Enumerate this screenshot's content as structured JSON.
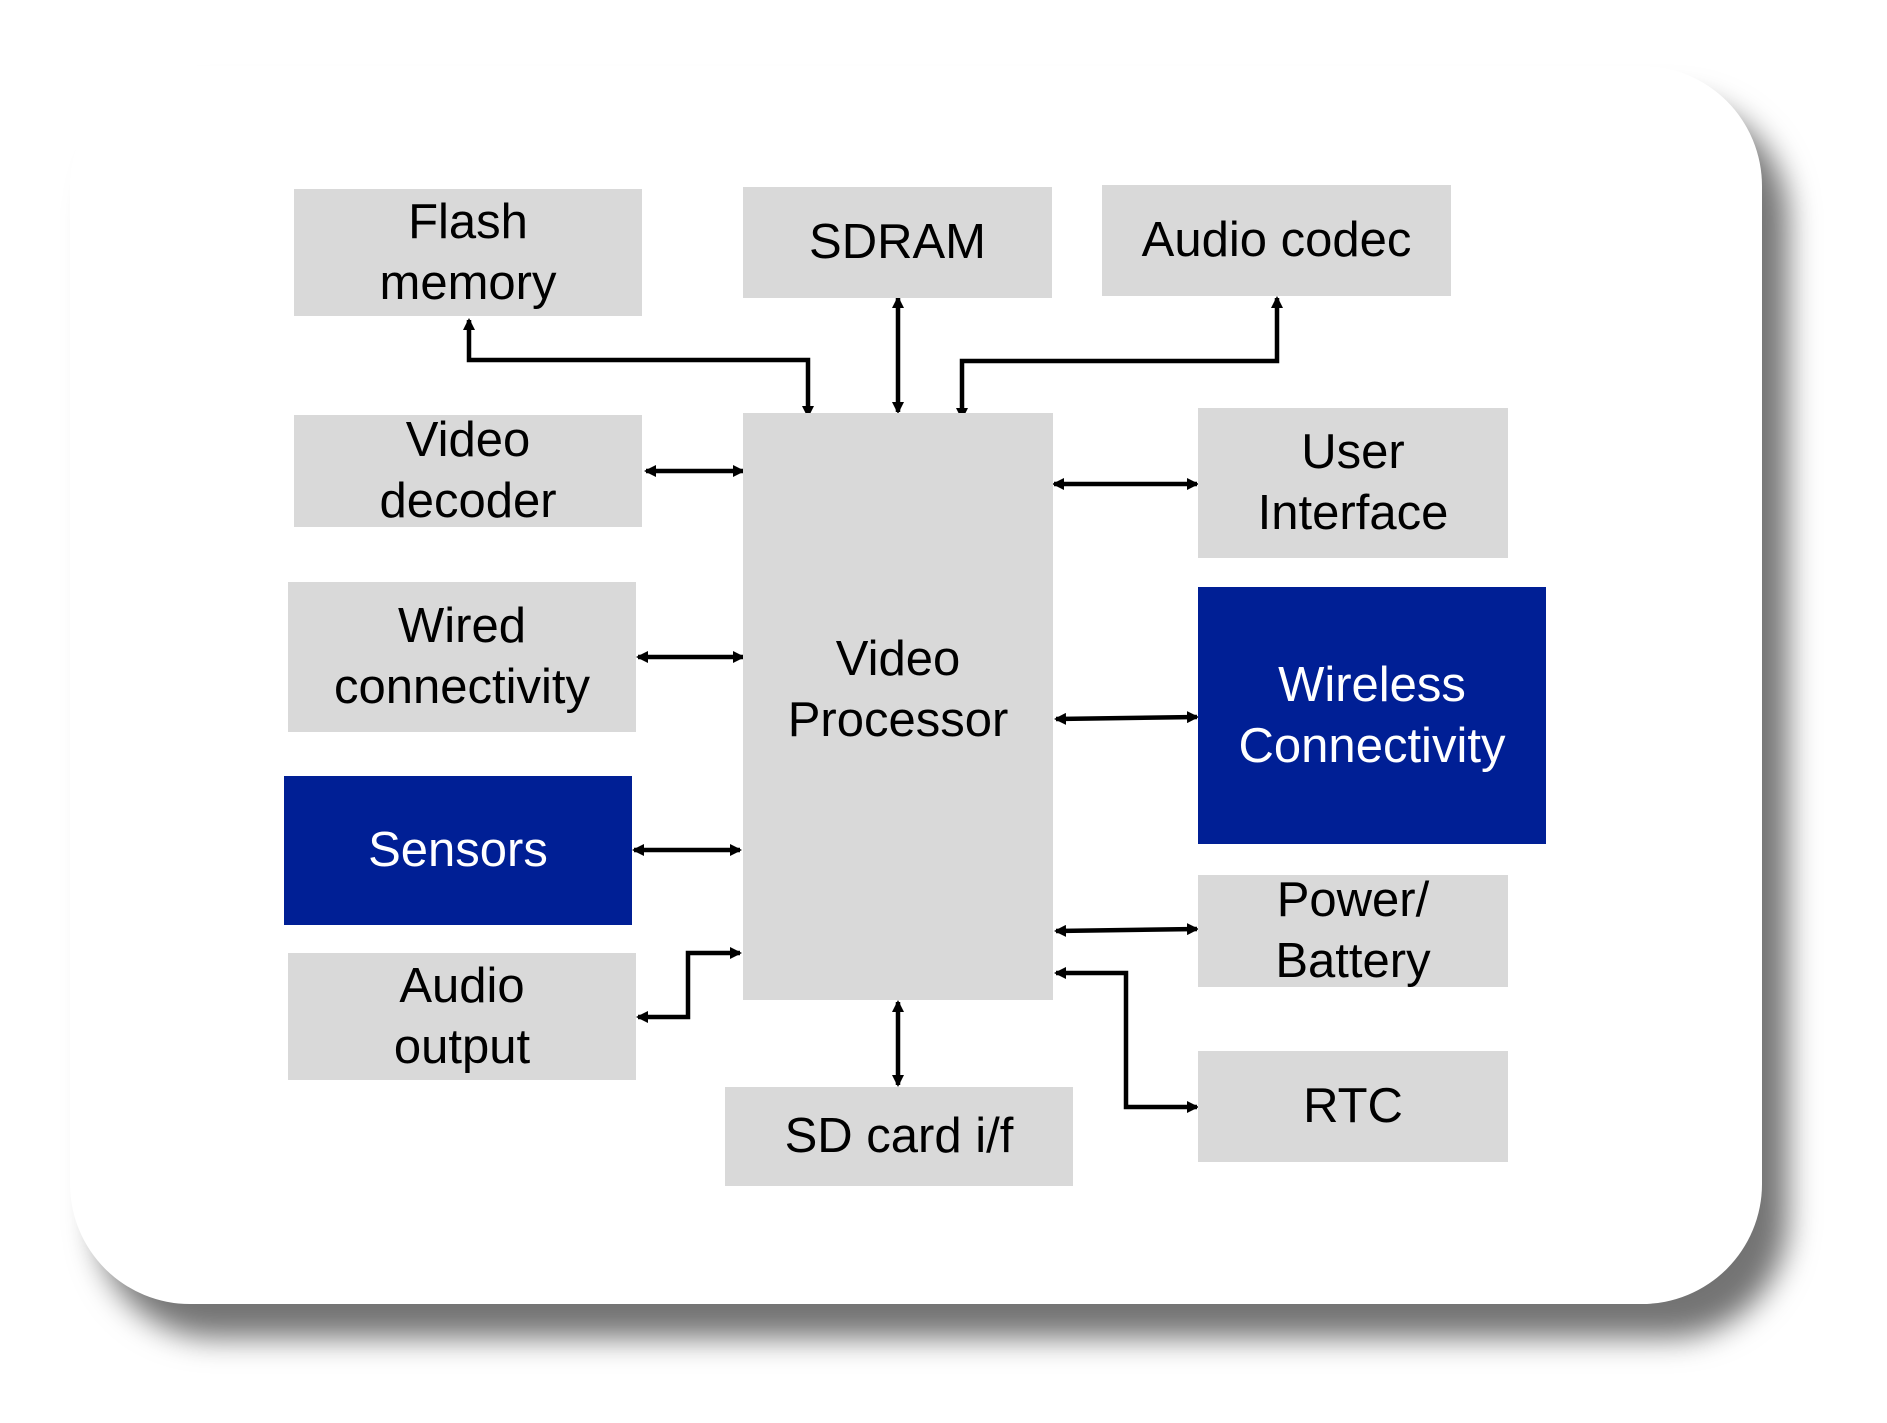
{
  "colors": {
    "block_fill": "#d9d9d9",
    "accent_fill": "#001f95",
    "text": "#000000",
    "accent_text": "#ffffff",
    "connector": "#000000"
  },
  "blocks": {
    "flash_memory": {
      "label": "Flash\nmemory"
    },
    "sdram": {
      "label": "SDRAM"
    },
    "audio_codec": {
      "label": "Audio codec"
    },
    "video_decoder": {
      "label": "Video\ndecoder"
    },
    "user_interface": {
      "label": "User\nInterface"
    },
    "wired_connectivity": {
      "label": "Wired\nconnectivity"
    },
    "video_processor": {
      "label": "Video\nProcessor"
    },
    "wireless_connectivity": {
      "label": "Wireless\nConnectivity"
    },
    "sensors": {
      "label": "Sensors"
    },
    "power_battery": {
      "label": "Power/\nBattery"
    },
    "audio_output": {
      "label": "Audio\noutput"
    },
    "sd_card_if": {
      "label": "SD card i/f"
    },
    "rtc": {
      "label": "RTC"
    }
  }
}
